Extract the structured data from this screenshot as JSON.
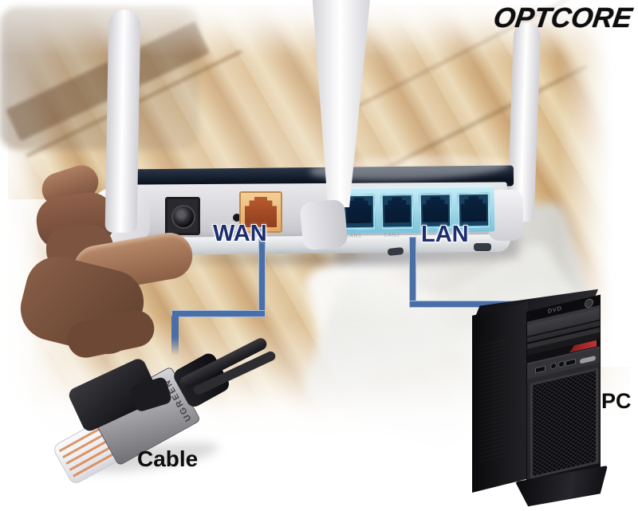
{
  "logo": {
    "text": "OPTCORE"
  },
  "router": {
    "wan_label": "WAN",
    "lan_label": "LAN",
    "antenna_count": 3,
    "lan_port_count": 4,
    "port_sublabels": [
      "LAN1",
      "LAN2"
    ]
  },
  "cable": {
    "label": "Cable",
    "brand": "UGREEN"
  },
  "pc": {
    "label": "PC",
    "drive_text": "DVD"
  },
  "connections": [
    {
      "from": "WAN",
      "to": "Cable"
    },
    {
      "from": "LAN",
      "to": "PC"
    }
  ],
  "colors": {
    "connection_line": "#4a6fa6",
    "label_navy": "#1d2d6e",
    "wan_port": "#a7502a",
    "lan_port": "#0d2540",
    "lan_strip": "#8fd2e6"
  }
}
